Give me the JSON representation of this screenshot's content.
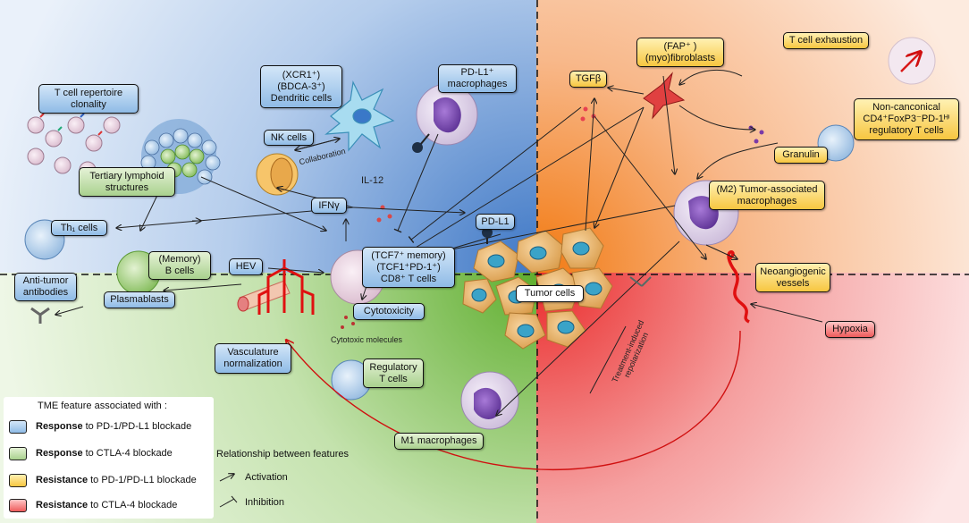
{
  "boxes": {
    "tcell_repertoire": "T cell repertoire\nclonality",
    "dendritic": "(XCR1⁺)\n(BDCA-3⁺)\nDendritic cells",
    "pdl1_macrophages": "PD-L1⁺\nmacrophages",
    "nk_cells": "NK cells",
    "tertiary": "Tertiary lymphoid\nstructures",
    "ifng": "IFNγ",
    "th1": "Th₁ cells",
    "memory_b": "(Memory)\nB cells",
    "hev": "HEV",
    "anti_tumor": "Anti-tumor\nantibodies",
    "plasmablasts": "Plasmablasts",
    "cd8": "(TCF7⁺ memory)\n(TCF1⁺PD-1⁺)\nCD8⁺ T cells",
    "cytotoxicity": "Cytotoxicity",
    "vasculature": "Vasculature\nnormalization",
    "regulatory": "Regulatory\nT cells",
    "m1": "M1 macrophages",
    "pdl1": "PD-L1",
    "tumor_cells": "Tumor cells",
    "tgfb": "TGFβ",
    "fap": "(FAP⁺ )\n(myo)fibroblasts",
    "exhaustion": "T cell exhaustion",
    "granulin": "Granulin",
    "non_canonical": "Non-canconical\nCD4⁺FoxP3⁻PD-1ᴴⁱ\nregulatory T cells",
    "m2": "(M2) Tumor-associated\nmacrophages",
    "neoangiogenic": "Neoangiogenic\nvessels",
    "hypoxia": "Hypoxia"
  },
  "labels": {
    "collaboration": "Collaboration",
    "il12": "IL-12",
    "cytotoxic_molecules": "Cytotoxic molecules",
    "repolarization": "Treatment-induced\nrepolarization"
  },
  "legend": {
    "title": "TME feature associated with :",
    "items": [
      {
        "bold": "Response",
        "rest": "to PD-1/PD-L1 blockade",
        "color": "#8fbbe6"
      },
      {
        "bold": "Response",
        "rest": "to CTLA-4 blockade",
        "color": "#a9d18e"
      },
      {
        "bold": "Resistance",
        "rest": "to PD-1/PD-L1 blockade",
        "color": "#f7c640"
      },
      {
        "bold": "Resistance",
        "rest": "to CTLA-4 blockade",
        "color": "#ee5b5b"
      }
    ]
  },
  "relationship": {
    "title": "Relationship between features",
    "activation": "Activation",
    "inhibition": "Inhibition"
  },
  "colors": {
    "blue_quadrant": "#5b8fd0",
    "green_quadrant": "#8cc26a",
    "orange_quadrant": "#f58a2c",
    "red_quadrant": "#ec4b4b",
    "vessel": "#e01010"
  }
}
